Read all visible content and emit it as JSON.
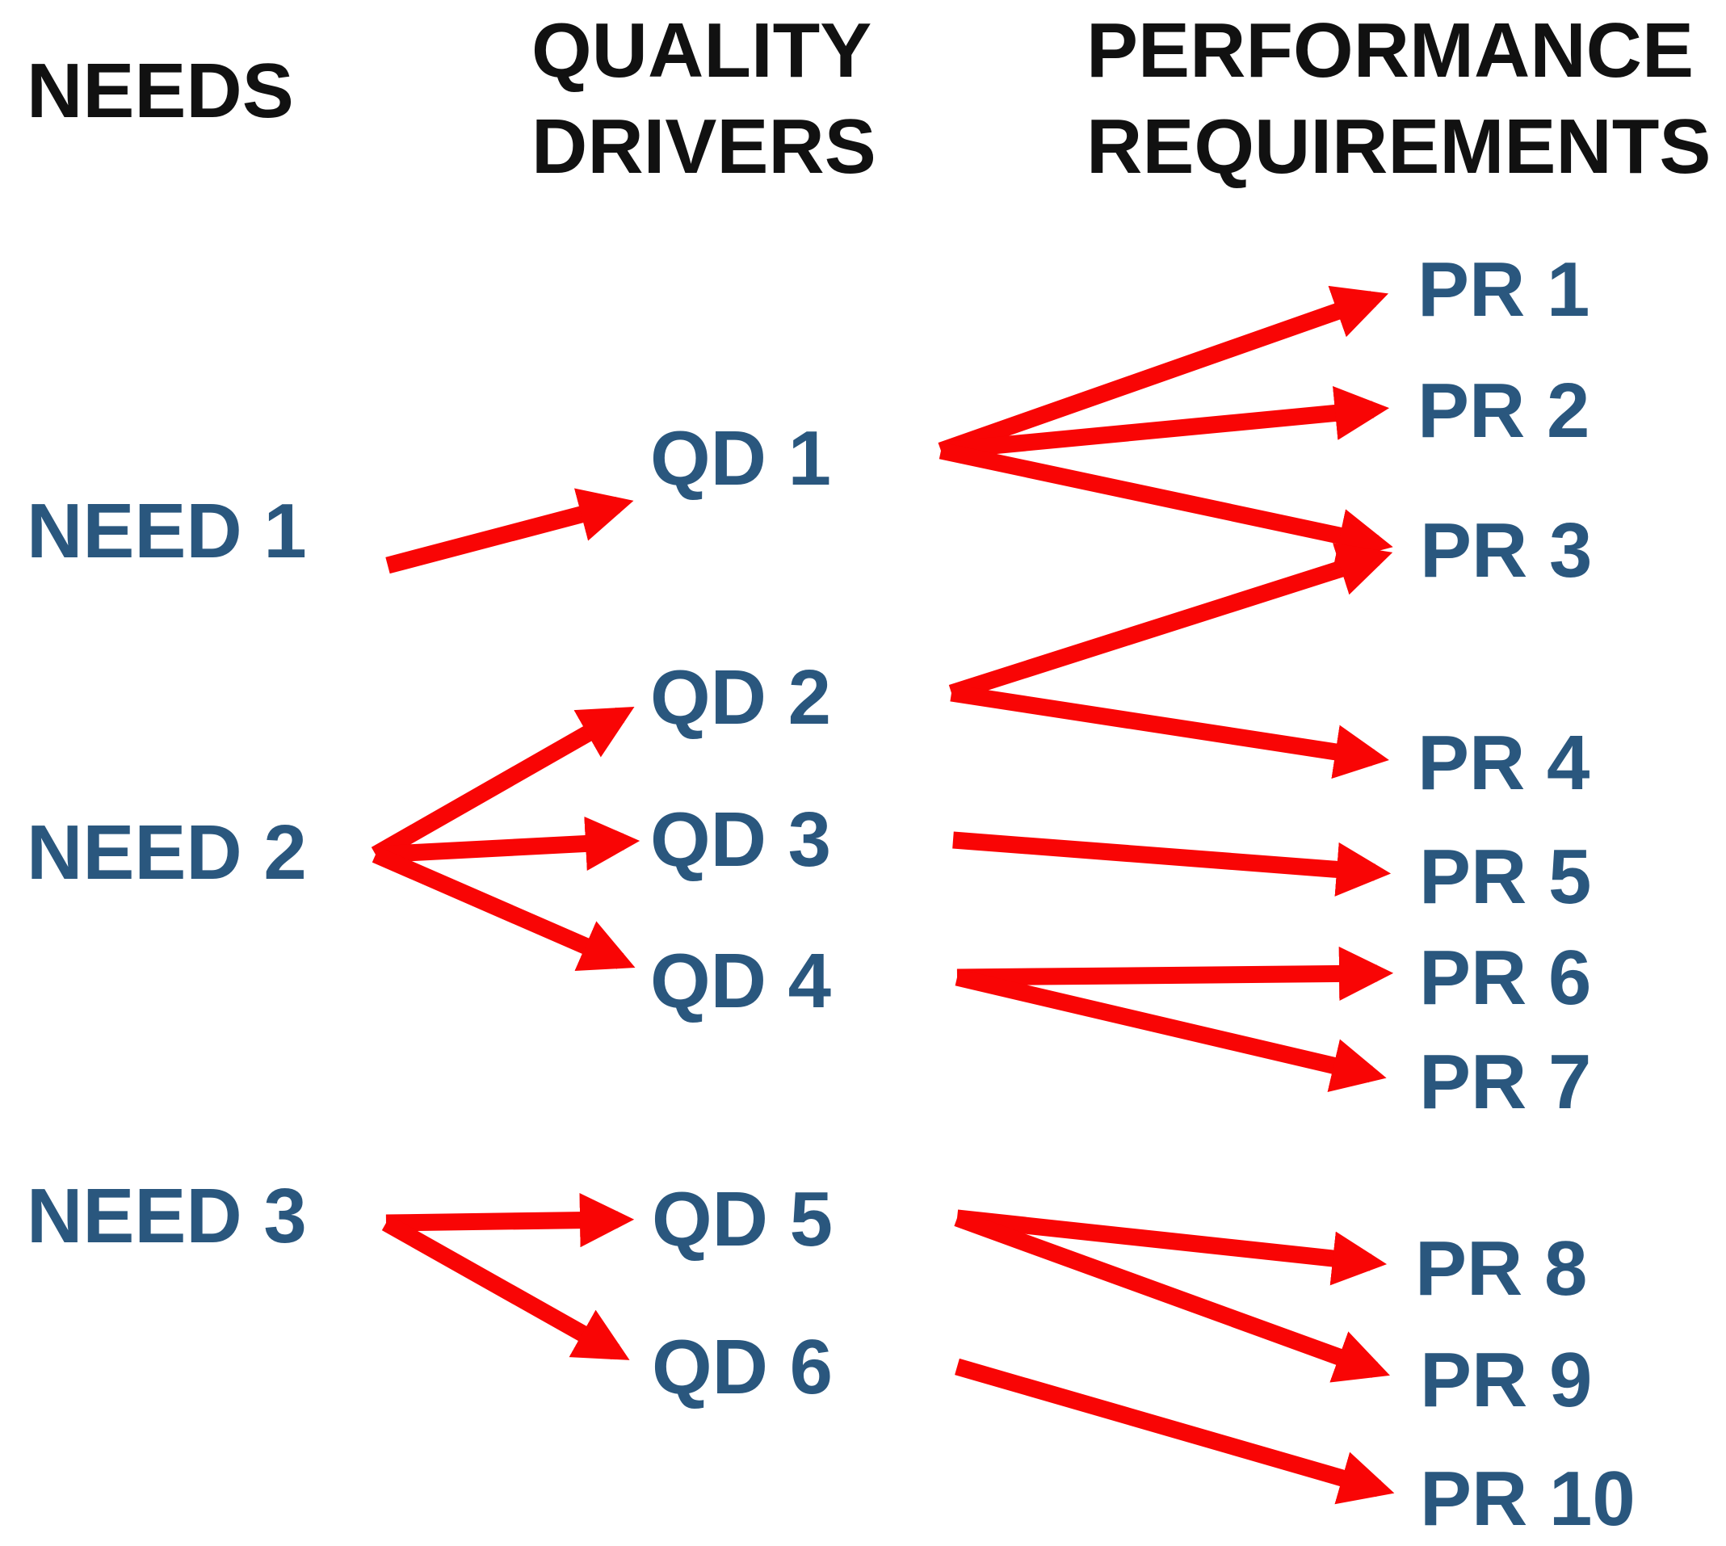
{
  "headers": {
    "needs": "NEEDS",
    "quality_drivers_line1": "QUALITY",
    "quality_drivers_line2": "DRIVERS",
    "performance_requirements_line1": "PERFORMANCE",
    "performance_requirements_line2": "REQUIREMENTS"
  },
  "needs": [
    {
      "id": "need-1",
      "label": "NEED 1"
    },
    {
      "id": "need-2",
      "label": "NEED 2"
    },
    {
      "id": "need-3",
      "label": "NEED 3"
    }
  ],
  "quality_drivers": [
    {
      "id": "qd-1",
      "label": "QD 1"
    },
    {
      "id": "qd-2",
      "label": "QD 2"
    },
    {
      "id": "qd-3",
      "label": "QD 3"
    },
    {
      "id": "qd-4",
      "label": "QD 4"
    },
    {
      "id": "qd-5",
      "label": "QD 5"
    },
    {
      "id": "qd-6",
      "label": "QD 6"
    }
  ],
  "performance_requirements": [
    {
      "id": "pr-1",
      "label": "PR 1"
    },
    {
      "id": "pr-2",
      "label": "PR 2"
    },
    {
      "id": "pr-3",
      "label": "PR 3"
    },
    {
      "id": "pr-4",
      "label": "PR 4"
    },
    {
      "id": "pr-5",
      "label": "PR 5"
    },
    {
      "id": "pr-6",
      "label": "PR 6"
    },
    {
      "id": "pr-7",
      "label": "PR 7"
    },
    {
      "id": "pr-8",
      "label": "PR 8"
    },
    {
      "id": "pr-9",
      "label": "PR 9"
    },
    {
      "id": "pr-10",
      "label": "PR 10"
    }
  ],
  "connections": {
    "needs_to_quality_drivers": [
      [
        "NEED 1",
        "QD 1"
      ],
      [
        "NEED 2",
        "QD 2"
      ],
      [
        "NEED 2",
        "QD 3"
      ],
      [
        "NEED 2",
        "QD 4"
      ],
      [
        "NEED 3",
        "QD 5"
      ],
      [
        "NEED 3",
        "QD 6"
      ]
    ],
    "quality_drivers_to_performance_requirements": [
      [
        "QD 1",
        "PR 1"
      ],
      [
        "QD 1",
        "PR 2"
      ],
      [
        "QD 1",
        "PR 3"
      ],
      [
        "QD 2",
        "PR 3"
      ],
      [
        "QD 2",
        "PR 4"
      ],
      [
        "QD 3",
        "PR 5"
      ],
      [
        "QD 4",
        "PR 6"
      ],
      [
        "QD 4",
        "PR 7"
      ],
      [
        "QD 5",
        "PR 8"
      ],
      [
        "QD 5",
        "PR 9"
      ],
      [
        "QD 6",
        "PR 10"
      ]
    ]
  },
  "colors": {
    "header_text": "#111111",
    "node_text": "#2A577E",
    "arrow": "#F90505",
    "background": "#FFFFFF"
  }
}
